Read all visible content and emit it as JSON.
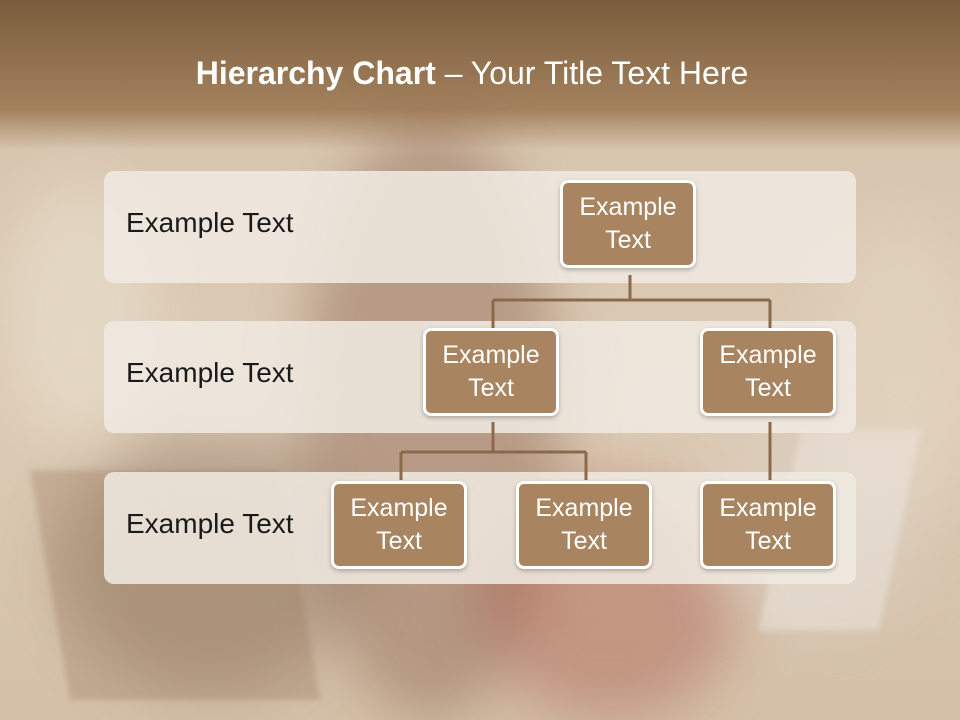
{
  "slide": {
    "title_bold": "Hierarchy Chart",
    "title_rest": " – Your Title Text Here"
  },
  "bands": [
    {
      "label": "Example Text"
    },
    {
      "label": "Example Text"
    },
    {
      "label": "Example Text"
    }
  ],
  "nodes": {
    "root": "Example Text",
    "level2_left": "Example Text",
    "level2_right": "Example Text",
    "level3_a": "Example Text",
    "level3_b": "Example Text",
    "level3_c": "Example Text"
  },
  "colors": {
    "node_fill": "#a88460",
    "connector": "#8a6a4a",
    "band_fill": "#f0eae2"
  }
}
